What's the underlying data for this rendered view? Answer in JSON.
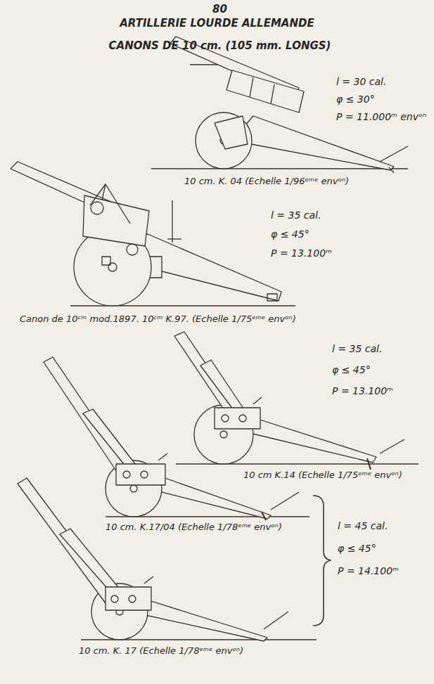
{
  "diagram": {
    "title": "ARTILLERIE LOURDE ALLEMANDE",
    "labels": [
      "80",
      "CANONS DE 10 cm. (105 mm. LONGS)",
      "l = 30 cal.",
      "φ ≤ 30°",
      "P = 11.000ᵐ envᵒⁿ",
      "10 cm. K. 04 (Echelle 1/96ᵉᵐᵉ envᵒⁿ)",
      "l = 35 cal.",
      "φ ≤ 45°",
      "P = 13.100ᵐ",
      "Canon de 10ᶜᵐ mod.1897. 10ᶜᵐ K.97. (Echelle 1/75ᵉᵐᵉ envᵒⁿ)",
      "l = 35 cal.",
      "φ ≤ 45°",
      "P = 13.100ᵐ",
      "10 cm K.14 (Echelle 1/75ᵉᵐᵉ envᵒⁿ)",
      "10 cm. K.17/04 (Echelle 1/78ᵉᵐᵉ envᵒⁿ)",
      "l = 45 cal.",
      "φ ≤ 45°",
      "P = 14.100ᵐ",
      "10 cm. K. 17 (Echelle 1/78ᵉᵐᵉ envᵒⁿ)"
    ]
  }
}
